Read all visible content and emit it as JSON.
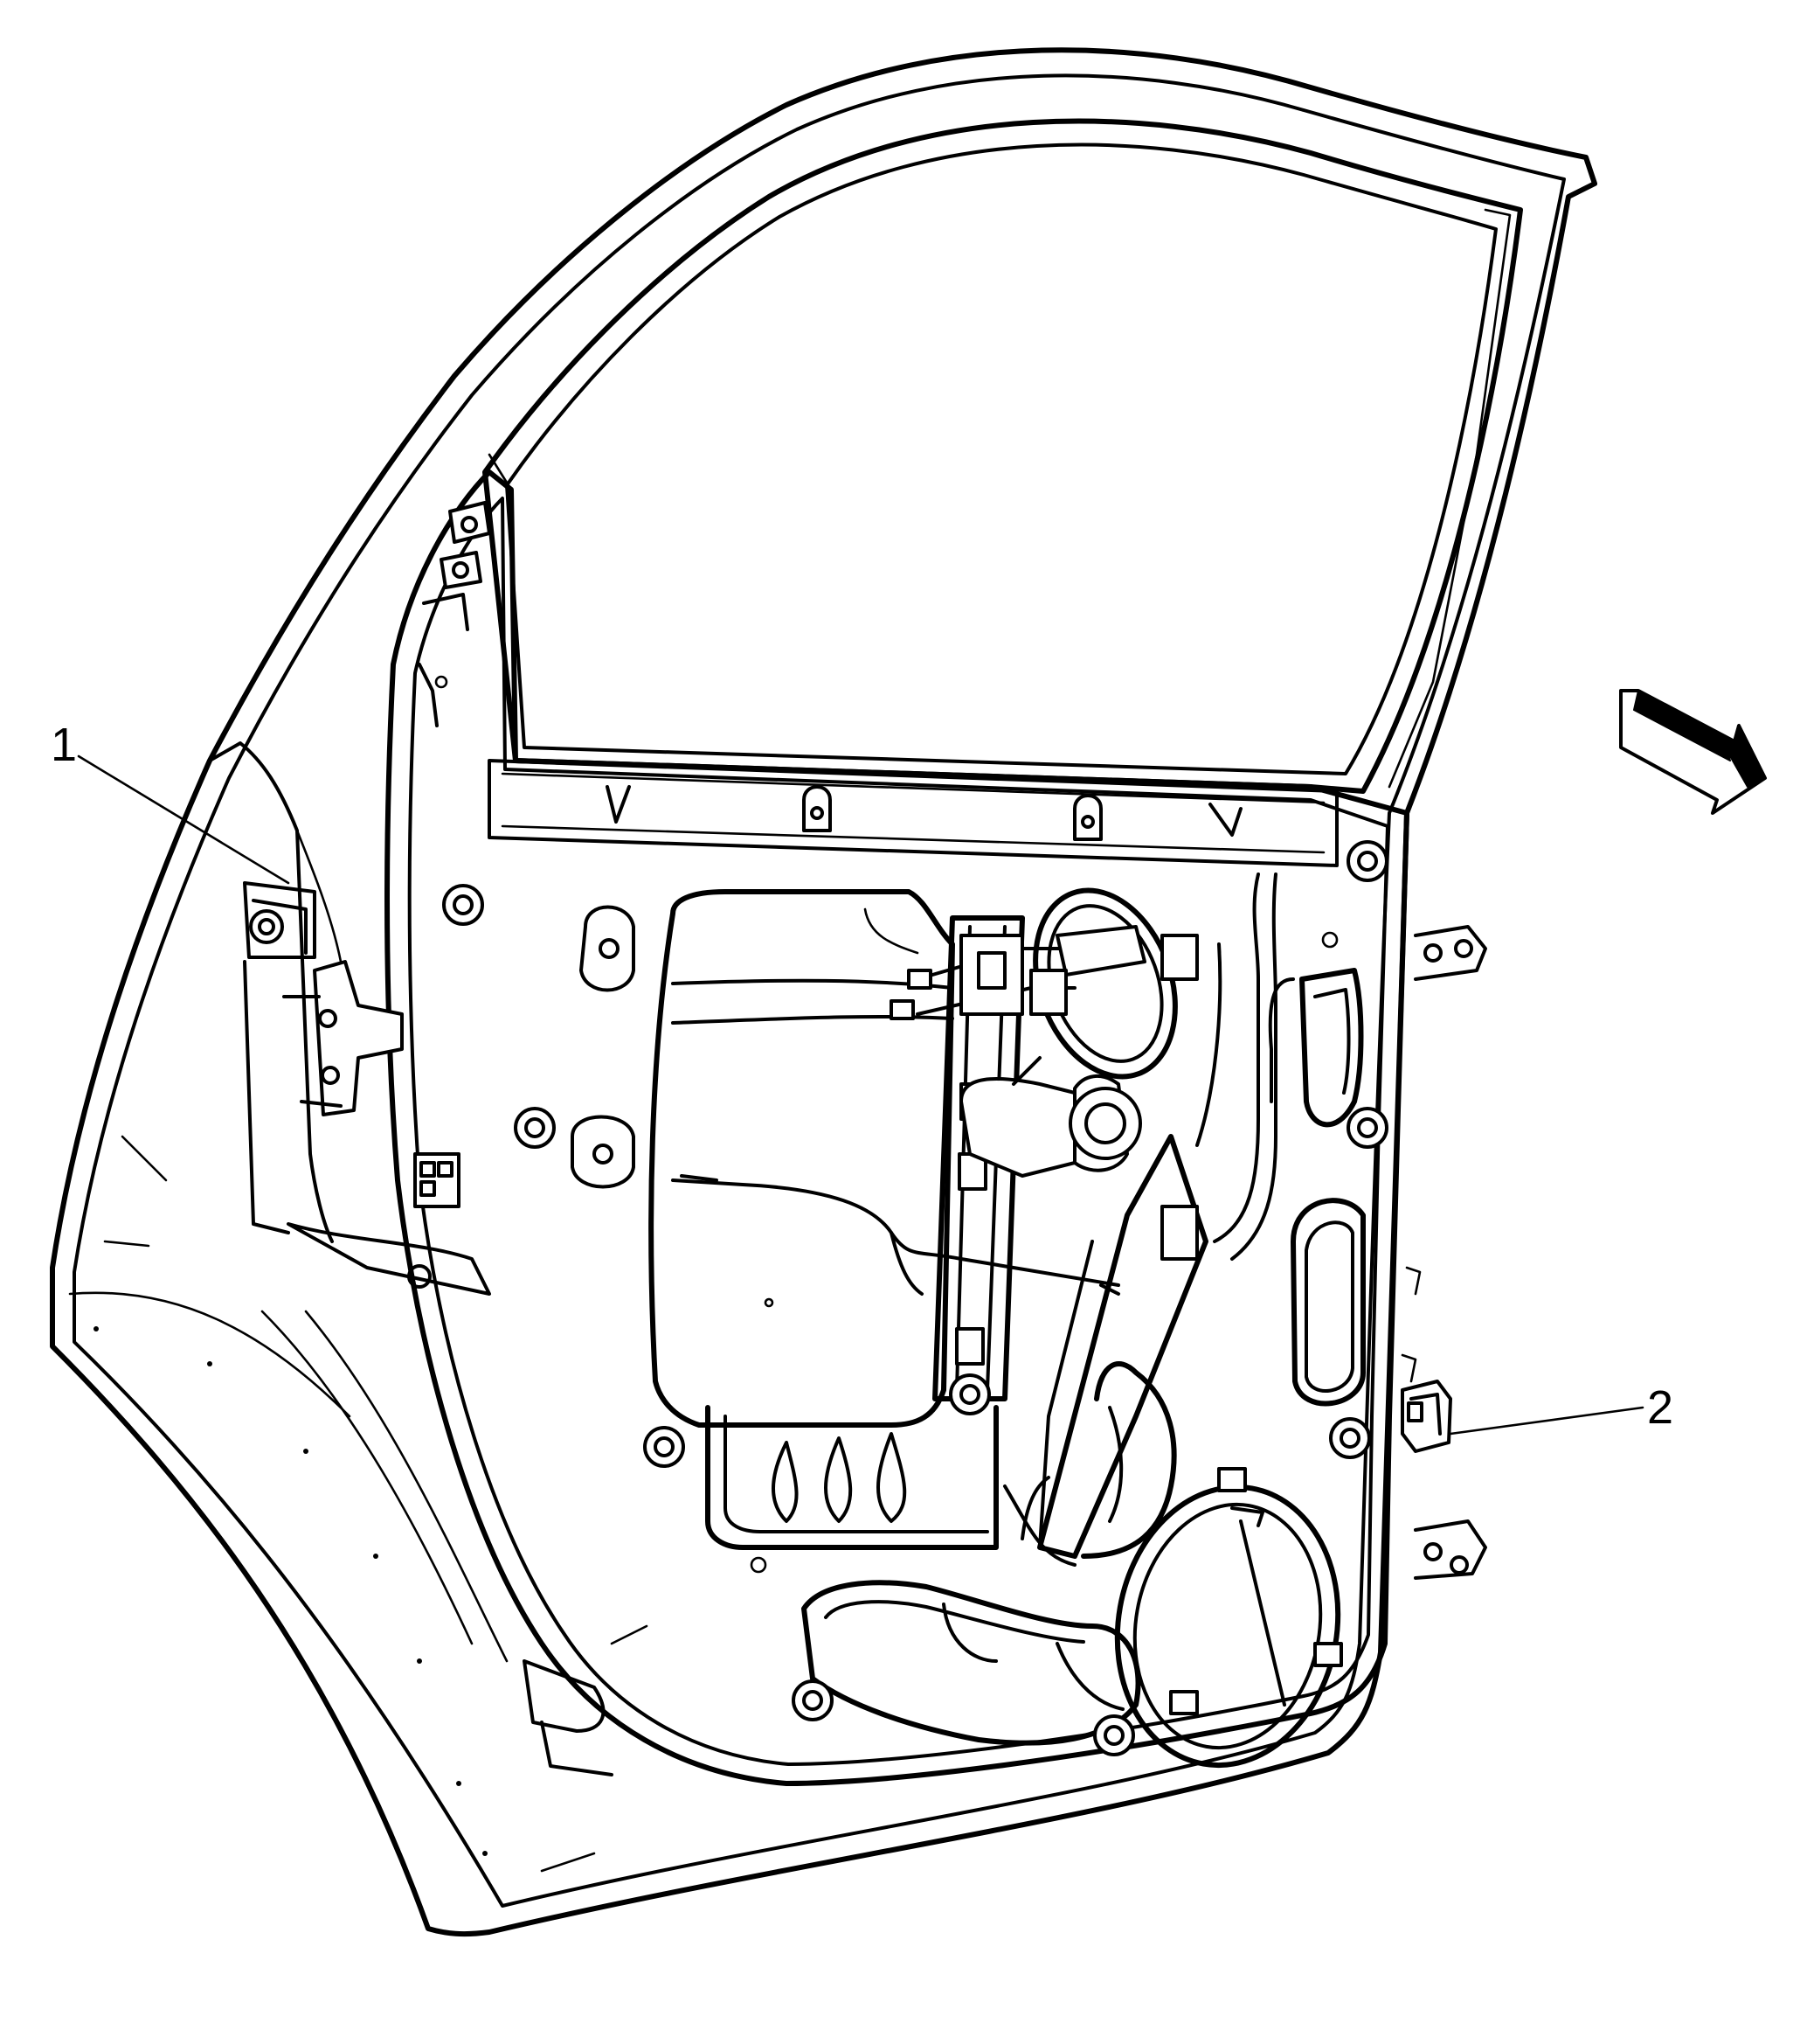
{
  "callouts": [
    {
      "id": "1",
      "label": "1"
    },
    {
      "id": "2",
      "label": "2"
    }
  ],
  "icons": {
    "direction_arrow": "front-direction-arrow-icon"
  }
}
